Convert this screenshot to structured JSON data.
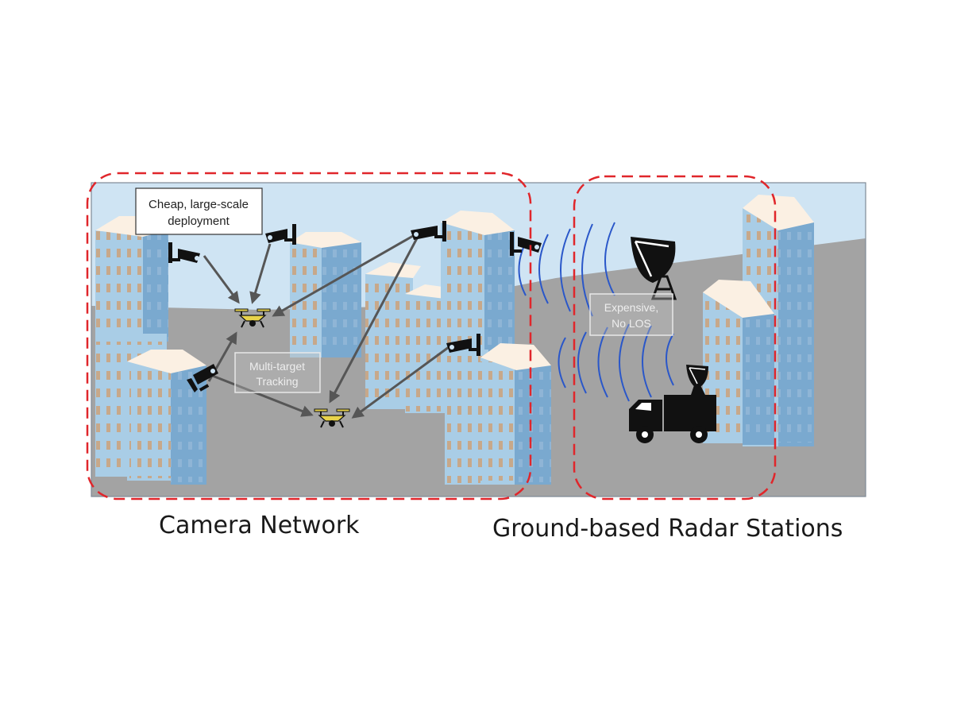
{
  "labels": {
    "deployment_line1": "Cheap, large-scale",
    "deployment_line2": "deployment",
    "tracking_line1": "Multi-target",
    "tracking_line2": "Tracking",
    "radar_line1": "Expensive,",
    "radar_line2": "No LOS"
  },
  "captions": {
    "camera": "Camera Network",
    "radar": "Ground-based Radar Stations"
  },
  "colors": {
    "sky": "#cfe4f3",
    "ground": "#a3a3a3",
    "building": "#a9cde6",
    "building_shade": "#7aa9cf",
    "roof": "#fbf0e3",
    "window": "#c7a88a",
    "dashed_box": "#e0262b",
    "arrow": "#565656",
    "radar_wave": "#2a57c9",
    "drone": "#e8d34a"
  },
  "icons": [
    "camera-icon",
    "drone-icon",
    "radar-dish-icon",
    "truck-icon"
  ]
}
